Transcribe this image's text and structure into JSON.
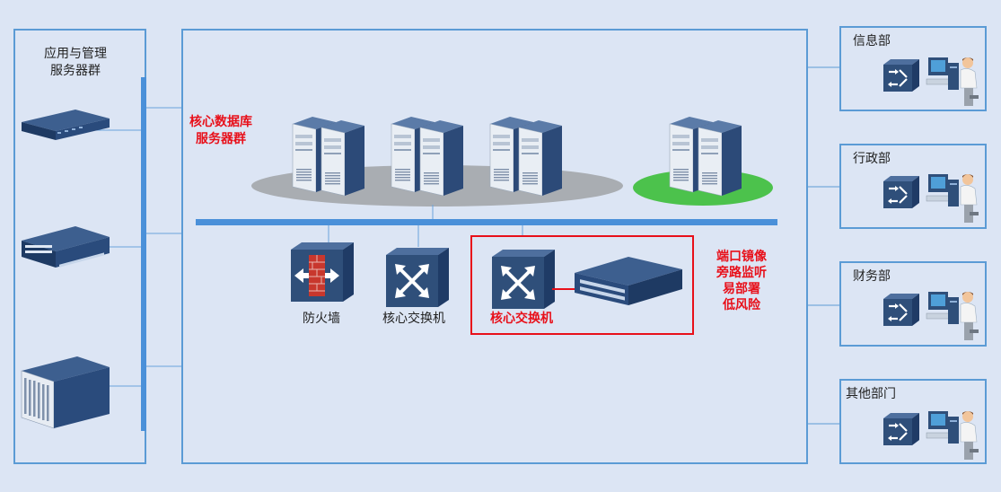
{
  "left_panel": {
    "title_line1": "应用与管理",
    "title_line2": "服务器群"
  },
  "core_db": {
    "title_line1": "核心数据库",
    "title_line2": "服务器群"
  },
  "devices": {
    "firewall": "防火墙",
    "core_switch": "核心交换机",
    "mirror_switch": "核心交换机"
  },
  "annotation": {
    "line1": "端口镜像",
    "line2": "旁路监听",
    "line3": "易部署",
    "line4": "低风险"
  },
  "departments": [
    {
      "name": "信息部"
    },
    {
      "name": "行政部"
    },
    {
      "name": "财务部"
    },
    {
      "name": "其他部门"
    }
  ],
  "colors": {
    "background": "#dce5f4",
    "frame": "#5b9bd5",
    "bus": "#4a90d9",
    "highlight": "#e8101a",
    "device_dark": "#2f4f7a",
    "ellipse_gray": "#a9adb2",
    "ellipse_green": "#4cc24c"
  }
}
